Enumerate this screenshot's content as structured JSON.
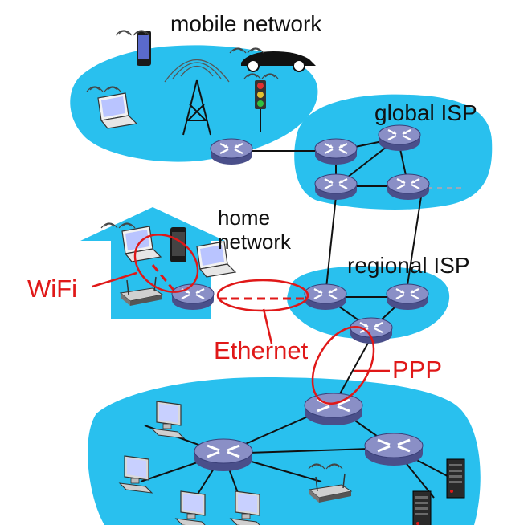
{
  "labels": {
    "mobile": "mobile network",
    "global": "global ISP",
    "home_line1": "home",
    "home_line2": "network",
    "regional": "regional ISP",
    "wifi": "WiFi",
    "ethernet": "Ethernet",
    "ppp": "PPP"
  },
  "colors": {
    "cloud_fill": "#29c0ee",
    "router_top": "#8a8fc6",
    "router_side": "#4a4f8a",
    "link": "#111111",
    "highlight": "#e01818"
  },
  "icons": [
    "router-icon",
    "cell-tower-icon",
    "smartphone-icon",
    "car-icon",
    "traffic-light-icon",
    "laptop-icon",
    "desktop-icon",
    "server-icon",
    "wifi-access-point-icon",
    "house-icon"
  ]
}
